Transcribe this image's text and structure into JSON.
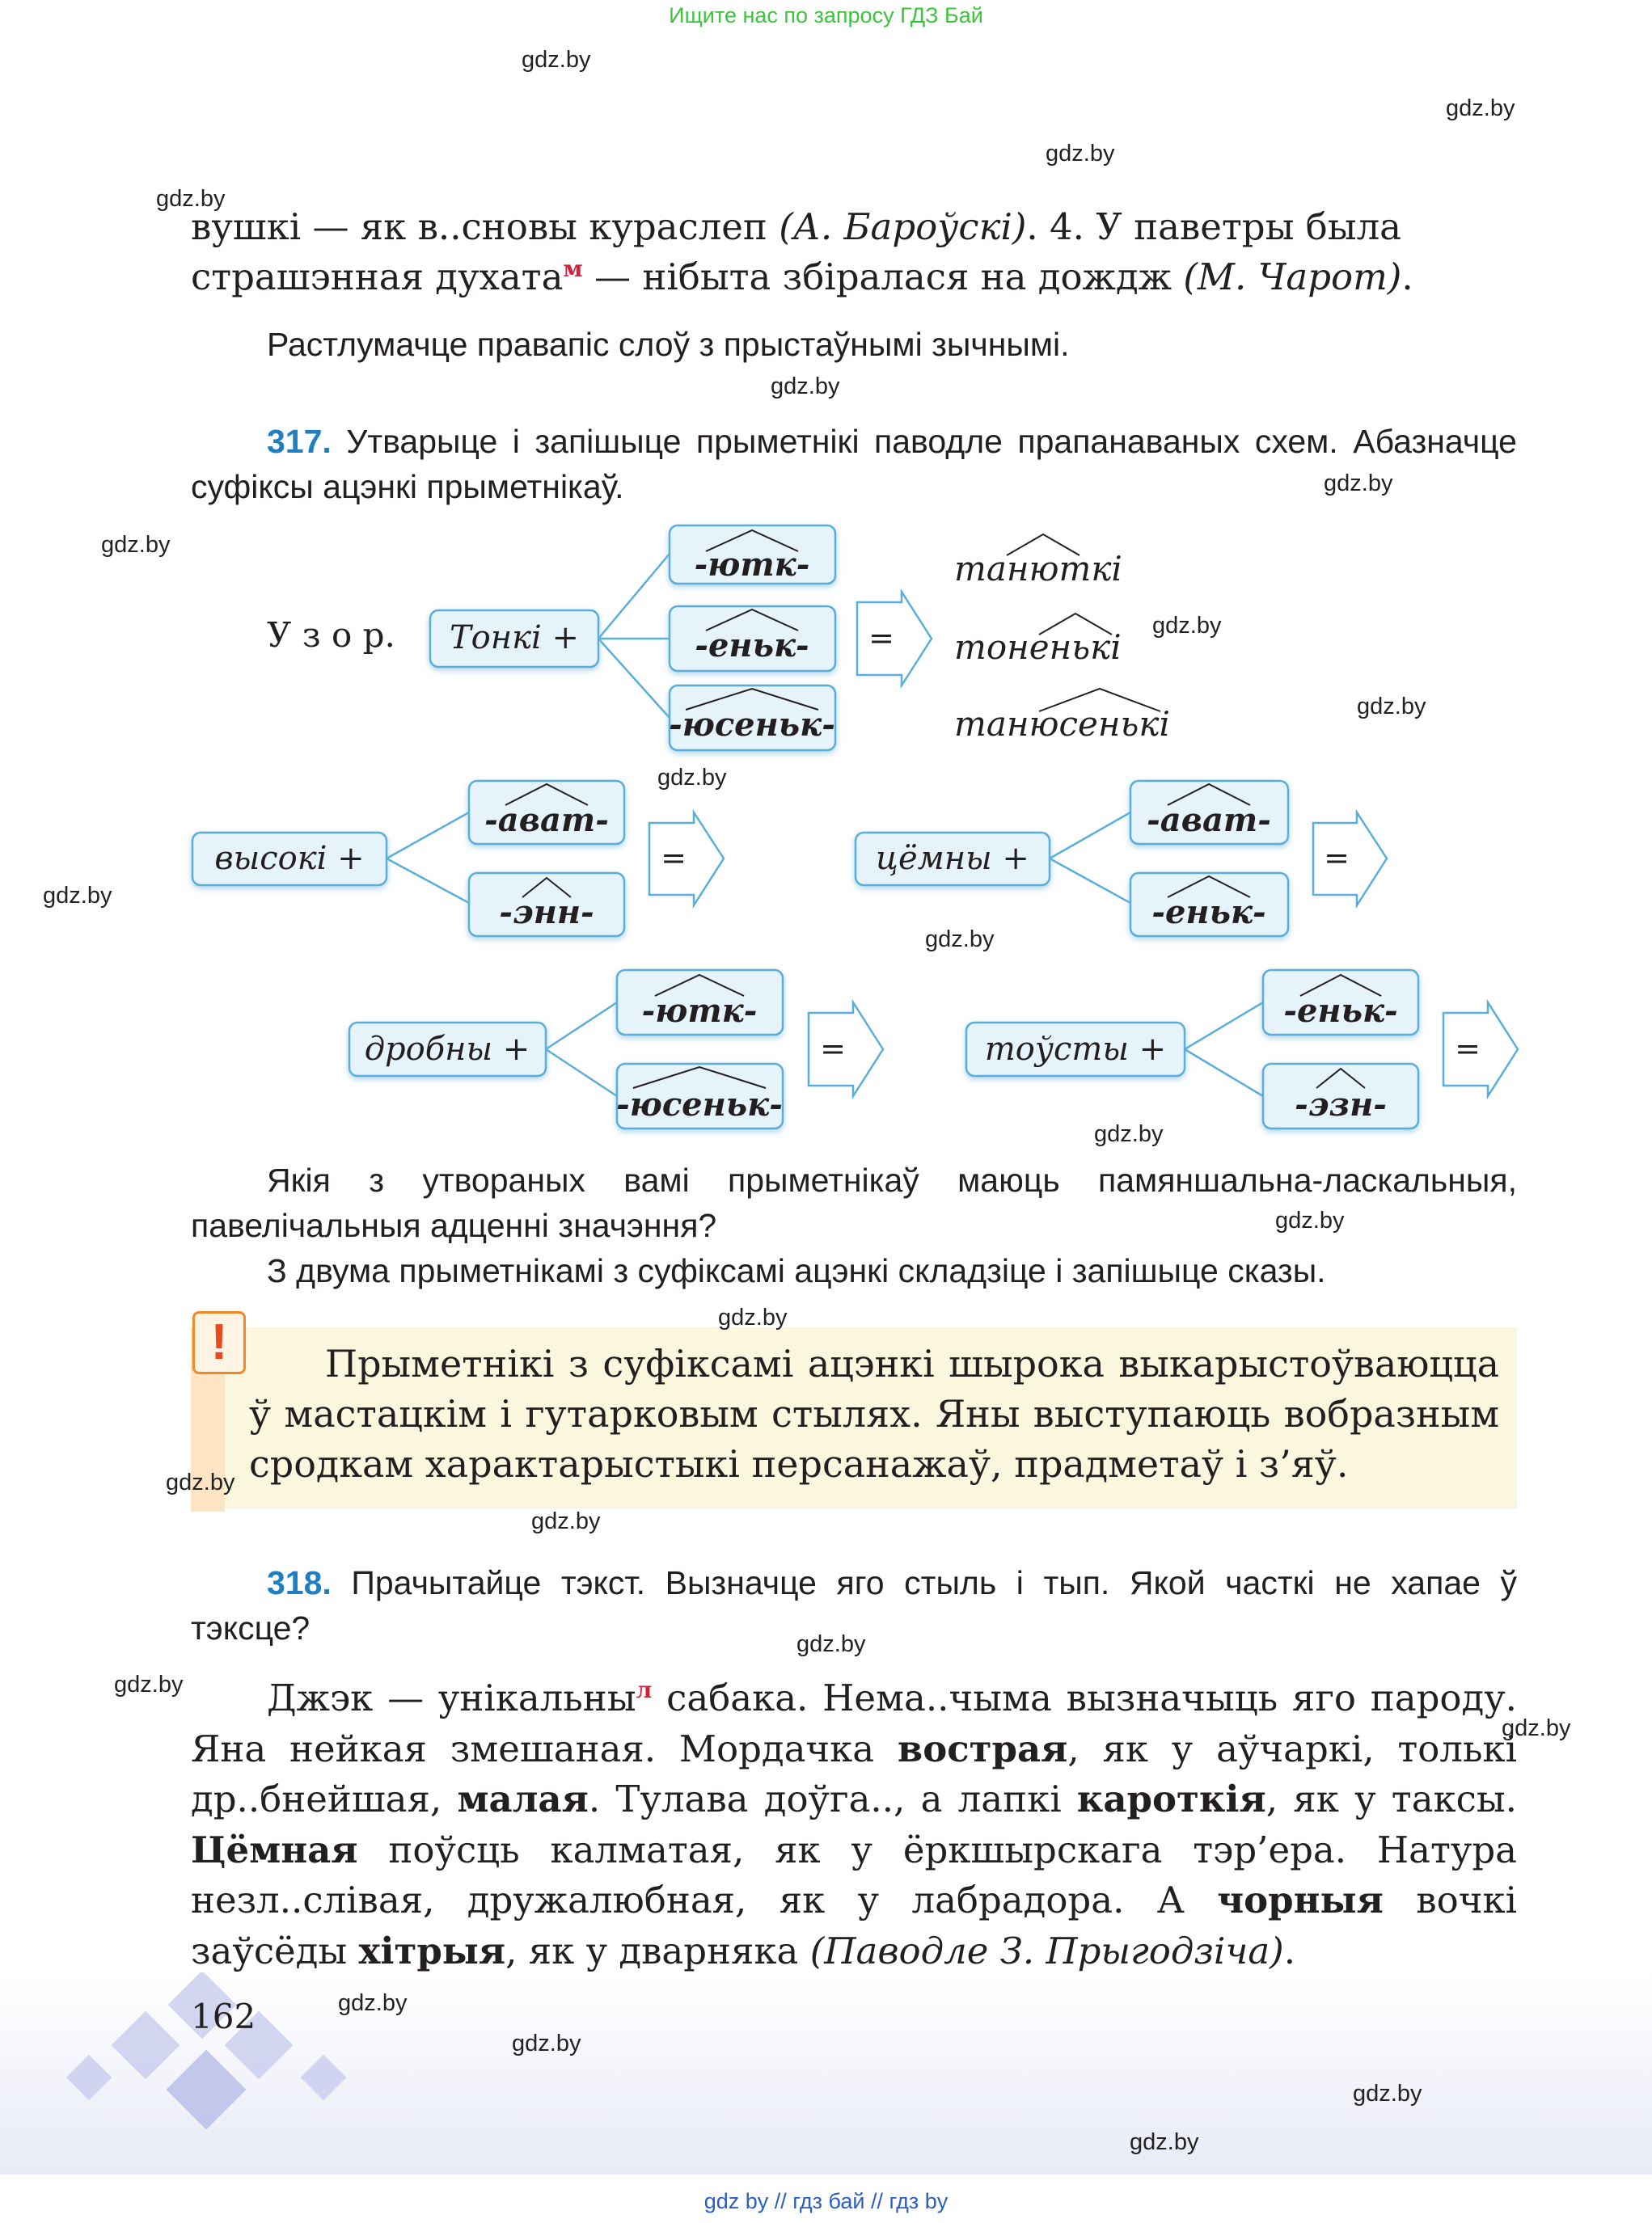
{
  "header": {
    "banner": "Ищите нас по запросу ГДЗ Бай"
  },
  "footer": {
    "banner": "gdz by  //  гдз бай  //  гдз by",
    "page_number": "162"
  },
  "watermark": "gdz.by",
  "top_text": {
    "line1_a": "вушкі — як в..сновы кураслеп ",
    "line1_cite": "(А. Бароўскі)",
    "line1_b": ". 4. У паветры была",
    "line2_a": "страшэнная духата",
    "line2_mark": "м",
    "line2_b": " — нібыта збіралася на дождж ",
    "line2_cite": "(М. Чарот)",
    "line2_c": "."
  },
  "task_top": "Растлумачце правапіс слоў з прыстаўнымі зычнымі.",
  "ex317": {
    "number": "317.",
    "text": " Утварыце і запішыце прыметнікі паводле прапанаваных схем. Абазначце суфіксы ацэнкі прыметнікаў.",
    "sample_label": "У з о р.",
    "sample": {
      "base": "Тонкі +",
      "suffixes": [
        "-ютк-",
        "-еньк-",
        "-юсеньк-"
      ],
      "equals": "=",
      "results": [
        "танюткі",
        "тоненькі",
        "танюсенькі"
      ]
    },
    "schemes": [
      {
        "base": "высокі +",
        "suffixes": [
          "-ават-",
          "-энн-"
        ],
        "equals": "="
      },
      {
        "base": "цёмны +",
        "suffixes": [
          "-ават-",
          "-еньк-"
        ],
        "equals": "="
      },
      {
        "base": "дробны +",
        "suffixes": [
          "-ютк-",
          "-юсеньк-"
        ],
        "equals": "="
      },
      {
        "base": "тоўсты +",
        "suffixes": [
          "-еньк-",
          "-эзн-"
        ],
        "equals": "="
      }
    ],
    "q1": "Якія з утвораных вамі прыметнікаў маюць памяншальна-ласкальныя, павелічальныя адценні значэння?",
    "q2": "З двума прыметнікамі з суфіксамі ацэнкі складзіце і запішыце сказы."
  },
  "rule": {
    "icon": "!",
    "text": "Прыметнікі з суфіксамі ацэнкі шырока выкарыстоўваюцца ў мастацкім і гутарковым стылях. Яны выступаюць вобразным сродкам характарыстыкі персанажаў, прадметаў і з’яў."
  },
  "ex318": {
    "number": "318.",
    "text": " Прачытайце тэкст. Вызначце яго стыль і тып. Якой часткі не хапае ў тэксце?",
    "p": {
      "s1": "Джэк — унікальны",
      "mark": "л",
      "s2": " сабака. Нема..чыма вызначыць яго пароду. Яна нейкая змешаная. Мордачка ",
      "b1": "вострая",
      "s3": ", як у аўчаркі, толькі др..бнейшая, ",
      "b2": "малая",
      "s4": ". Тулава доўга.., а лапкі ",
      "b3": "кароткія",
      "s5": ", як у таксы. ",
      "b4": "Цёмная",
      "s6": " поўсць калматая, як у ёркшырскага тэр’ера. Натура незл..слівая, дружалюбная, як у лабрадора. А ",
      "b5": "чорныя",
      "s7": " вочкі заўсёды ",
      "b6": "хітрыя",
      "s8": ", як у дварняка ",
      "cite": "(Паводле З. Прыгодзіча)",
      "s9": "."
    }
  },
  "colors": {
    "accent": "#1f7fc1",
    "box_fill": "#e6f3fb",
    "box_stroke": "#5aaedc",
    "rule_bg": "#fbf7df",
    "rule_stripe": "#fde5c4",
    "mark": "#d3233a"
  }
}
